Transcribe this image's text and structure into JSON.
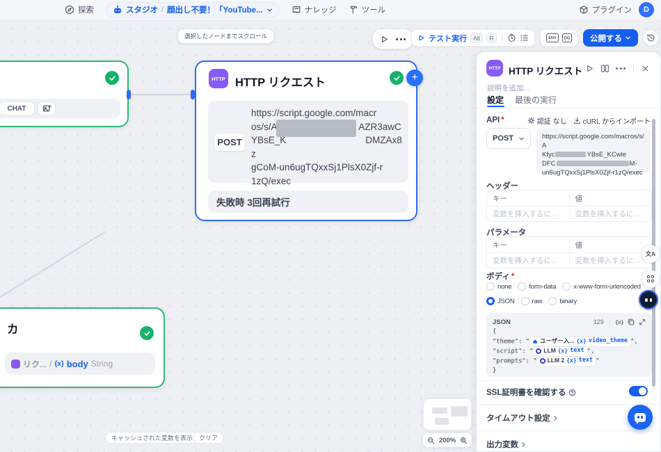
{
  "topbar": {
    "explore": "探索",
    "studio": "スタジオ",
    "separator": "/",
    "app_name": "顔出し不要！「YouTube...",
    "knowledge": "ナレッジ",
    "tools": "ツール",
    "plugins": "プラグイン",
    "avatar_initial": "D"
  },
  "run_toolbar": {
    "test_run": "テスト実行",
    "kbd_alt": "Alt",
    "kbd_r": "R",
    "env_badge": "ENV",
    "var_badge": "{x}",
    "publish": "公開する"
  },
  "canvas": {
    "tooltip": "選択したノードまでスクロール",
    "zoom_level": "200%",
    "cached_vars_btn": "キャッシュされた変数を表示",
    "clear_btn": "クリア",
    "chat_node": {
      "badge": "CHAT"
    },
    "http_node": {
      "icon_label": "HTTP",
      "title": "HTTP リクエスト",
      "add_label": "+",
      "method": "POST",
      "url_line1": "https://script.google.com/macr",
      "url_line2_a": "os/s/AI",
      "url_line2_b": "AZR3awC",
      "url_line3_a": "YBsE_K",
      "url_line3_b": "DMZAx8z",
      "url_line4": "gCoM-un6ugTQxxSj1PlsX0Zjf-r",
      "url_line5": "1zQ/exec",
      "retry_note": "失敗時 3回再試行"
    },
    "output_node": {
      "title_fragment": "カ",
      "ref_node": "リク...",
      "separator": "/",
      "var_icon": "{x}",
      "var_name": "body",
      "var_type": "String"
    }
  },
  "panel": {
    "icon_label": "HTTP",
    "title": "HTTP リクエスト",
    "description_placeholder": "説明を追加...",
    "tab_settings": "設定",
    "tab_last_run": "最後の実行",
    "api_label": "API",
    "required_mark": "*",
    "auth_label": "認証 なし",
    "curl_import_label": "cURL からインポート",
    "method": "POST",
    "url_line1": "https://script.google.com/macros/s/A",
    "url_line2_a": "Kfyc",
    "url_line2_b": "YBsE_KCwle",
    "url_line3_a": "DFC",
    "url_line3_b": "M-",
    "url_line4": "un6ugTQxxSj1PlsX0Zjf-r1zQ/exec",
    "headers_label": "ヘッダー",
    "params_label": "パラメータ",
    "col_key": "キー",
    "col_value": "値",
    "cell_placeholder": "変数を挿入するには'/'を...",
    "body_label": "ボディ",
    "opt_none": "none",
    "opt_form_data": "form-data",
    "opt_urlencoded": "x-www-form-urlencoded",
    "opt_json": "JSON",
    "opt_raw": "raw",
    "opt_binary": "binary",
    "editor": {
      "lang": "JSON",
      "char_count": "129",
      "var_icon": "{x}",
      "brace_open": "{",
      "brace_close": "}",
      "theme_key": "\"theme\": \"",
      "theme_node": "ユーザー入...",
      "theme_var": "video_theme",
      "theme_tail": "\",",
      "script_key": "\"script\": \"",
      "script_node": "LLM",
      "script_var": "text",
      "script_tail": "\",",
      "prompts_key": "\"prompts\": \"",
      "prompts_node": "LLM 2",
      "prompts_var": "text",
      "prompts_tail": "\""
    },
    "ssl_label": "SSL証明書を確認する",
    "timeout_label": "タイムアウト設定",
    "output_vars_label": "出力変数"
  },
  "floating": {
    "translate_label": "文A"
  },
  "colors": {
    "accent_blue": "#155eef",
    "selected_node_border": "#2e6bf6",
    "node_purple": "#875bf7",
    "success_green": "#17b26a"
  }
}
